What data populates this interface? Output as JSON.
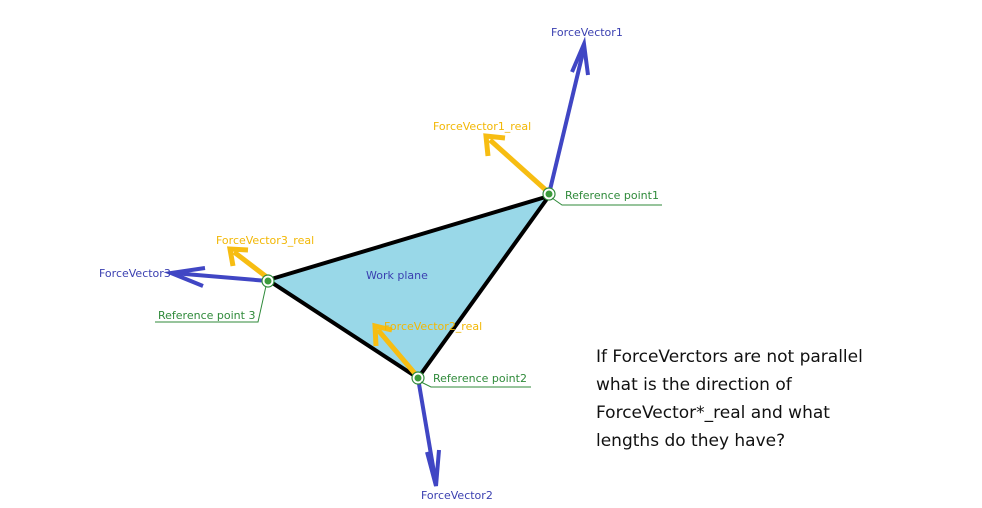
{
  "plane": {
    "label": "Work plane"
  },
  "force_vectors": {
    "v1": "ForceVector1",
    "v2": "ForceVector2",
    "v3": "ForceVector3"
  },
  "real_vectors": {
    "v1": "ForceVector1_real",
    "v2": "ForceVector2_real",
    "v3": "ForceVector3_real"
  },
  "reference_points": {
    "p1": "Reference point1",
    "p2": "Reference point2",
    "p3": "Reference point 3"
  },
  "question": {
    "line1": "If ForceVerctors are not parallel",
    "line2": "what is the direction of",
    "line3": "ForceVector*_real and what",
    "line4": "lengths do they have?"
  },
  "colors": {
    "plane_fill": "#99d8e8",
    "force": "#4046c4",
    "real": "#f7bd12",
    "reference": "#2f8a3a",
    "edge": "#000000"
  }
}
